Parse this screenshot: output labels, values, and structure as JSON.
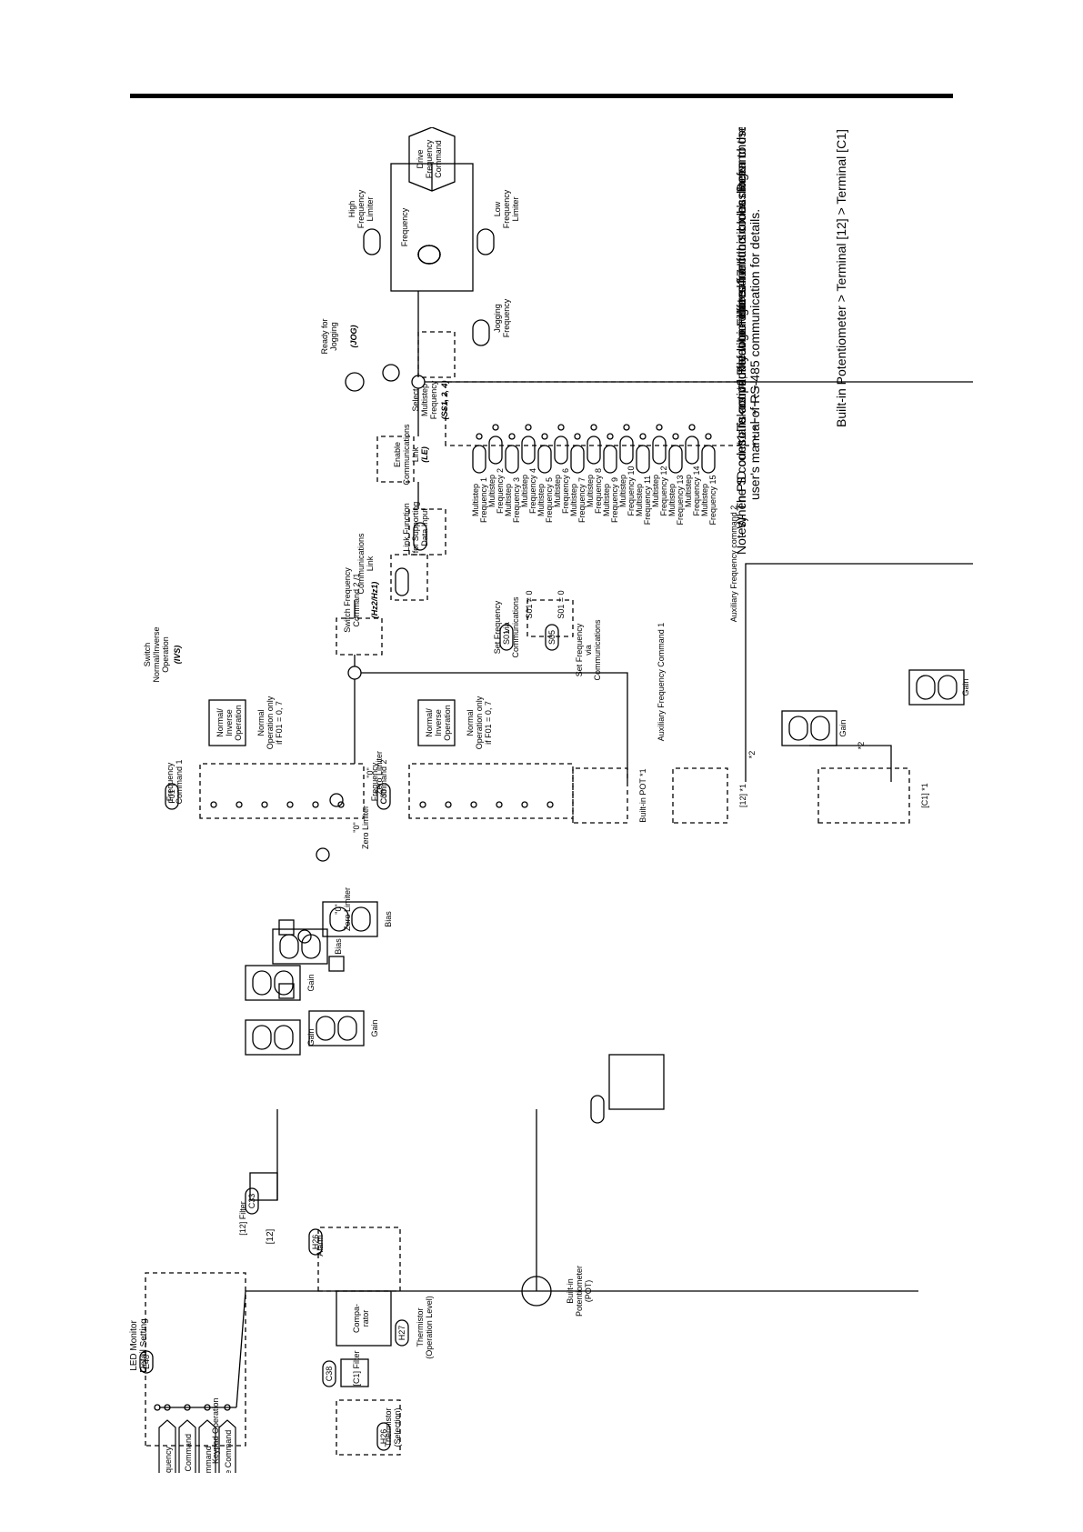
{
  "inputs": {
    "terminal_c1": "[C1]",
    "thermistor_selection": "Thermistor\n(Selection)",
    "h26_code": "H26",
    "h27_code": "H27",
    "thermistor_level": "Thermistor\n(Operation Level)",
    "c1_filter": "[C1] Filter",
    "c38_code": "C38",
    "comparator": "Compa-\nrator",
    "alarm": "Alarm",
    "terminal_12": "[12]",
    "filter_12": "[12] Filter",
    "c33_code": "C33",
    "builtin_pot": "Built-in\nPotentiometer\n(POT)"
  },
  "led_monitor": {
    "title": "LED Monitor\nDetail Setting",
    "code": "E48",
    "keypad": "Keypad Operation",
    "items": [
      "Output/Set Frequency",
      "Load Shaft Speed Command",
      "Line Speed Command",
      "Constant Feed Rate Command"
    ]
  },
  "blocks": {
    "gain": "Gain",
    "bias": "Bias",
    "zero_limiter": "\"0\"\nZero Limiter",
    "freq_cmd1": "Frequency\nCommand 1",
    "f01_code": "F01",
    "freq_cmd2": "Frequency\nCommand 2",
    "c30_code": "C30",
    "normal_inverse": "Normal/\nInverse\nOperation",
    "normal_only_1": "Normal\nOperation only\nif F01 = 0, 7",
    "normal_only_2": "Normal\nOperation only\nif F01 = 0, 7",
    "builtin_pot_sel": "Built-in POT *1",
    "sel_12": "[12] *1",
    "sel_c1": "[C1] *1",
    "star2": "*2",
    "switch_ni": "Switch\nNormal/Inverse\nOperation",
    "ivs": "(IVS)",
    "switch_fc": "Switch Frequency\nCommand 2 /1",
    "hz2": "(Hz2/Hz1)",
    "comm_link": "Communications\nLink",
    "link_function": "Link Function\nfor Supporting\nData Input",
    "set_freq_comm": "Set Frequency\nvia\nCommunications",
    "s01": "S01",
    "s05": "S05",
    "s01_ne0": "S01 ≠ 0",
    "s01_eq0": "S01 = 0",
    "enable_comm": "Enable\nCommunications\nLink",
    "le": "(LE)",
    "select_multistep": "Select\nMultistep\nFrequency",
    "ss": "(SS1, 2, 4)",
    "ready_jog": "Ready for\nJogging",
    "jog": "(JOG)",
    "jog_freq": "Jogging\nFrequency",
    "frequency": "Frequency",
    "high_limiter": "High\nFrequency\nLimiter",
    "low_limiter": "Low\nFrequency\nLimiter",
    "drive_cmd": "Drive\nFrequency\nCommand",
    "aux1": "Auxiliary Frequency Command 1",
    "aux2": "Auxiliary Frequency command 2"
  },
  "multistep": [
    "Multistep\nFrequency 1",
    "Multistep\nFrequency 2",
    "Multistep\nFrequency 3",
    "Multistep\nFrequency 4",
    "Multistep\nFrequency 5",
    "Multistep\nFrequency 6",
    "Multistep\nFrequency 7",
    "Multistep\nFrequency 8",
    "Multistep\nFrequency 9",
    "Multistep\nFrequency 10",
    "Multistep\nFrequency 11",
    "Multistep\nFrequency 12",
    "Multistep\nFrequency 13",
    "Multistep\nFrequency 14",
    "Multistep\nFrequency 15"
  ],
  "notes": {
    "heading": "Notes)",
    "n1": "- When PID control is active, the logic differs from this block diagram.",
    "n2": "- The S codes are communication-related function codes. Refer to the",
    "n3": "user's manual of RS-485 communication for details.",
    "n4": "*1 Takes priority when the same function has been chosen for E60, E61 and E62:",
    "n5": "Built-in Potentiometer > Terminal [12] > Terminal [C1]",
    "n6a": "*2 Refer to Figure 4.7 \"",
    "n6b": "\" for details."
  }
}
